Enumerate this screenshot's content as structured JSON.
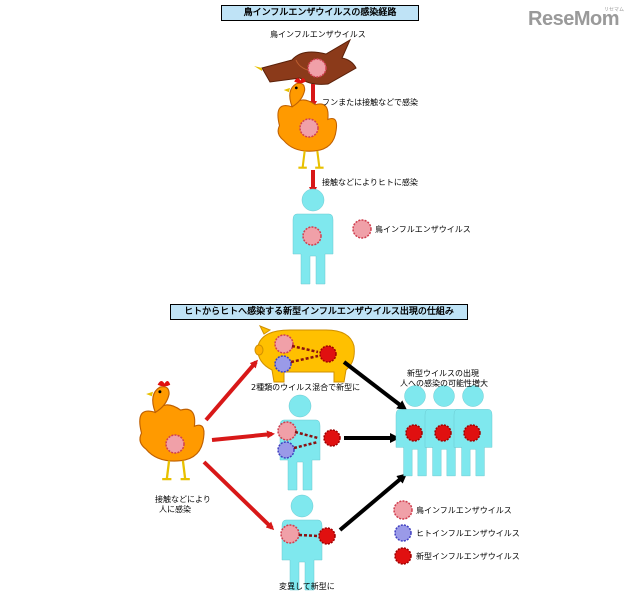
{
  "brand": {
    "logo": "ReseMom",
    "logo_small": "リセマム"
  },
  "section1": {
    "title": "鳥インフルエンザウイルスの感染経路",
    "bird_label": "鳥インフルエンザウイルス",
    "step1": "フンまたは接触などで感染",
    "step2": "接触などによりヒトに感染",
    "legend_label": "鳥インフルエンザウイルス"
  },
  "section2": {
    "title": "ヒトからヒトへ感染する新型インフルエンザウイルス出現の仕組み",
    "pig_caption": "2種類のウイルス混合で新型に",
    "outcome_line1": "新型ウイルスの出現",
    "outcome_line2": "人への感染の可能性増大",
    "contact_line1": "接触などにより",
    "contact_line2": "人に感染",
    "mutation_caption": "変異して新型に",
    "legend": [
      {
        "label": "鳥インフルエンザウイルス",
        "color": "#f0a0a8"
      },
      {
        "label": "ヒトインフルエンザウイルス",
        "color": "#9a9ae8"
      },
      {
        "label": "新型インフルエンザウイルス",
        "color": "#e01010"
      }
    ]
  },
  "colors": {
    "human": "#7fe8ee",
    "bird_flu": "#f0a0a8",
    "human_flu": "#9a9ae8",
    "new_flu": "#e01010",
    "arrow_red": "#d81818",
    "arrow_black": "#000000",
    "pig": "#ffc000",
    "chicken": "#ff9a00"
  }
}
